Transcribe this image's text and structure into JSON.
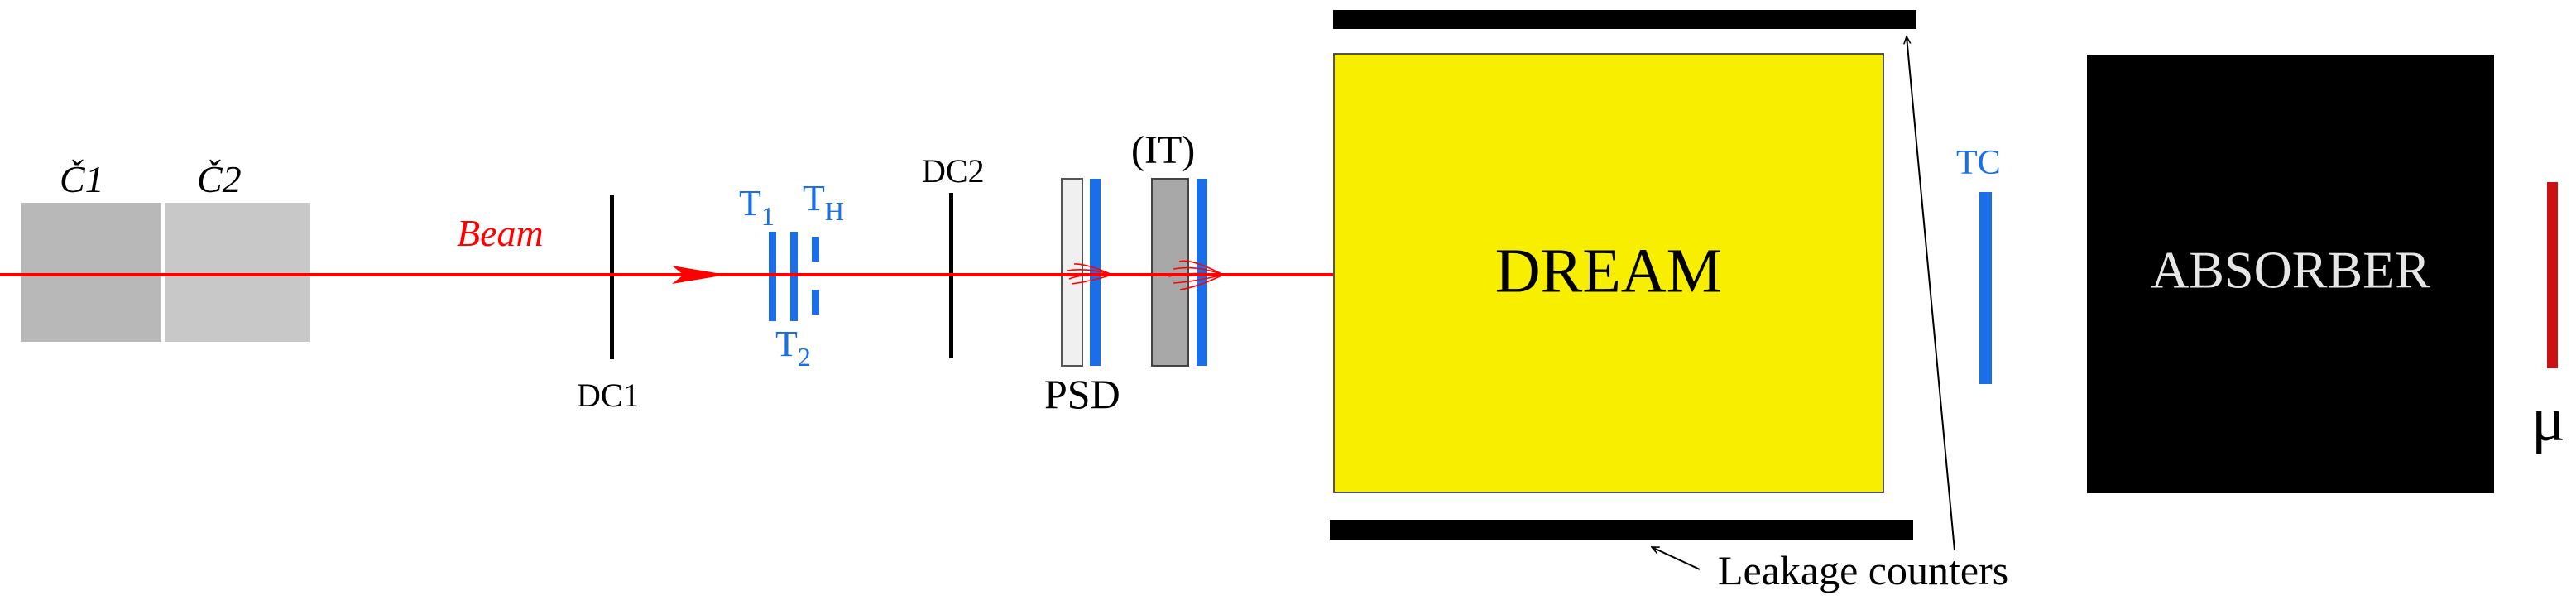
{
  "colors": {
    "beam": "#ff0000",
    "counter_blue": "#1a6fe8",
    "cherenkov_1": "#b8b8b8",
    "cherenkov_2": "#c8c8c8",
    "dream": "#f8ef00",
    "absorber": "#000000",
    "absorber_text": "#e6e6e6",
    "muon_counter": "#cc1111",
    "psd_plate": "#f0f0f0",
    "it_plate": "#a8a8a8"
  },
  "labels": {
    "c1": "Č1",
    "c2": "Č2",
    "beam": "Beam",
    "dc1": "DC1",
    "dc2": "DC2",
    "t1_main": "T",
    "t1_sub": "1",
    "th_main": "T",
    "th_sub": "H",
    "t2_main": "T",
    "t2_sub": "2",
    "psd": "PSD",
    "it": "(IT)",
    "dream": "DREAM",
    "tc": "TC",
    "absorber": "ABSORBER",
    "mu": "μ",
    "leakage": "Leakage counters"
  }
}
